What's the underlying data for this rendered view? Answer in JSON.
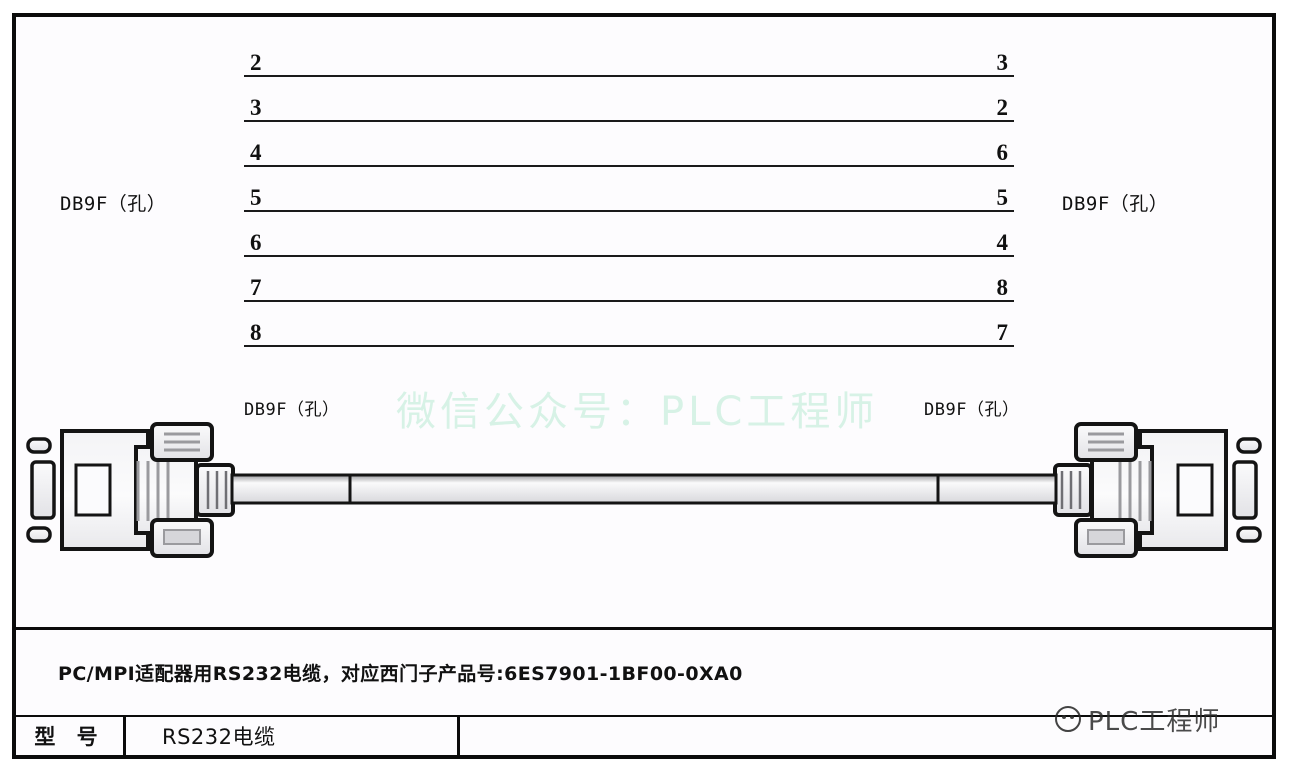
{
  "diagram": {
    "left_port_label": "DB9F（孔）",
    "right_port_label": "DB9F（孔）",
    "connector_left_label": "DB9F（孔）",
    "connector_right_label": "DB9F（孔）",
    "pin_rows": [
      {
        "left": "2",
        "right": "3"
      },
      {
        "left": "3",
        "right": "2"
      },
      {
        "left": "4",
        "right": "6"
      },
      {
        "left": "5",
        "right": "5"
      },
      {
        "left": "6",
        "right": "4"
      },
      {
        "left": "7",
        "right": "8"
      },
      {
        "left": "8",
        "right": "7"
      }
    ]
  },
  "watermark": {
    "main": "微信公众号：PLC工程师",
    "main_color": "#d7f2e6",
    "corner": "PLC工程师",
    "corner_icon": "panda-logo-icon"
  },
  "description": {
    "text": "PC/MPI适配器用RS232电缆，对应西门子产品号:6ES7901-1BF00-0XA0"
  },
  "spec_table": {
    "type_header": "型 号",
    "type_value": "RS232电缆",
    "blank_value": ""
  },
  "colors": {
    "ink": "#111111",
    "border": "#0b0b0b",
    "page": "#fdfcfe"
  }
}
